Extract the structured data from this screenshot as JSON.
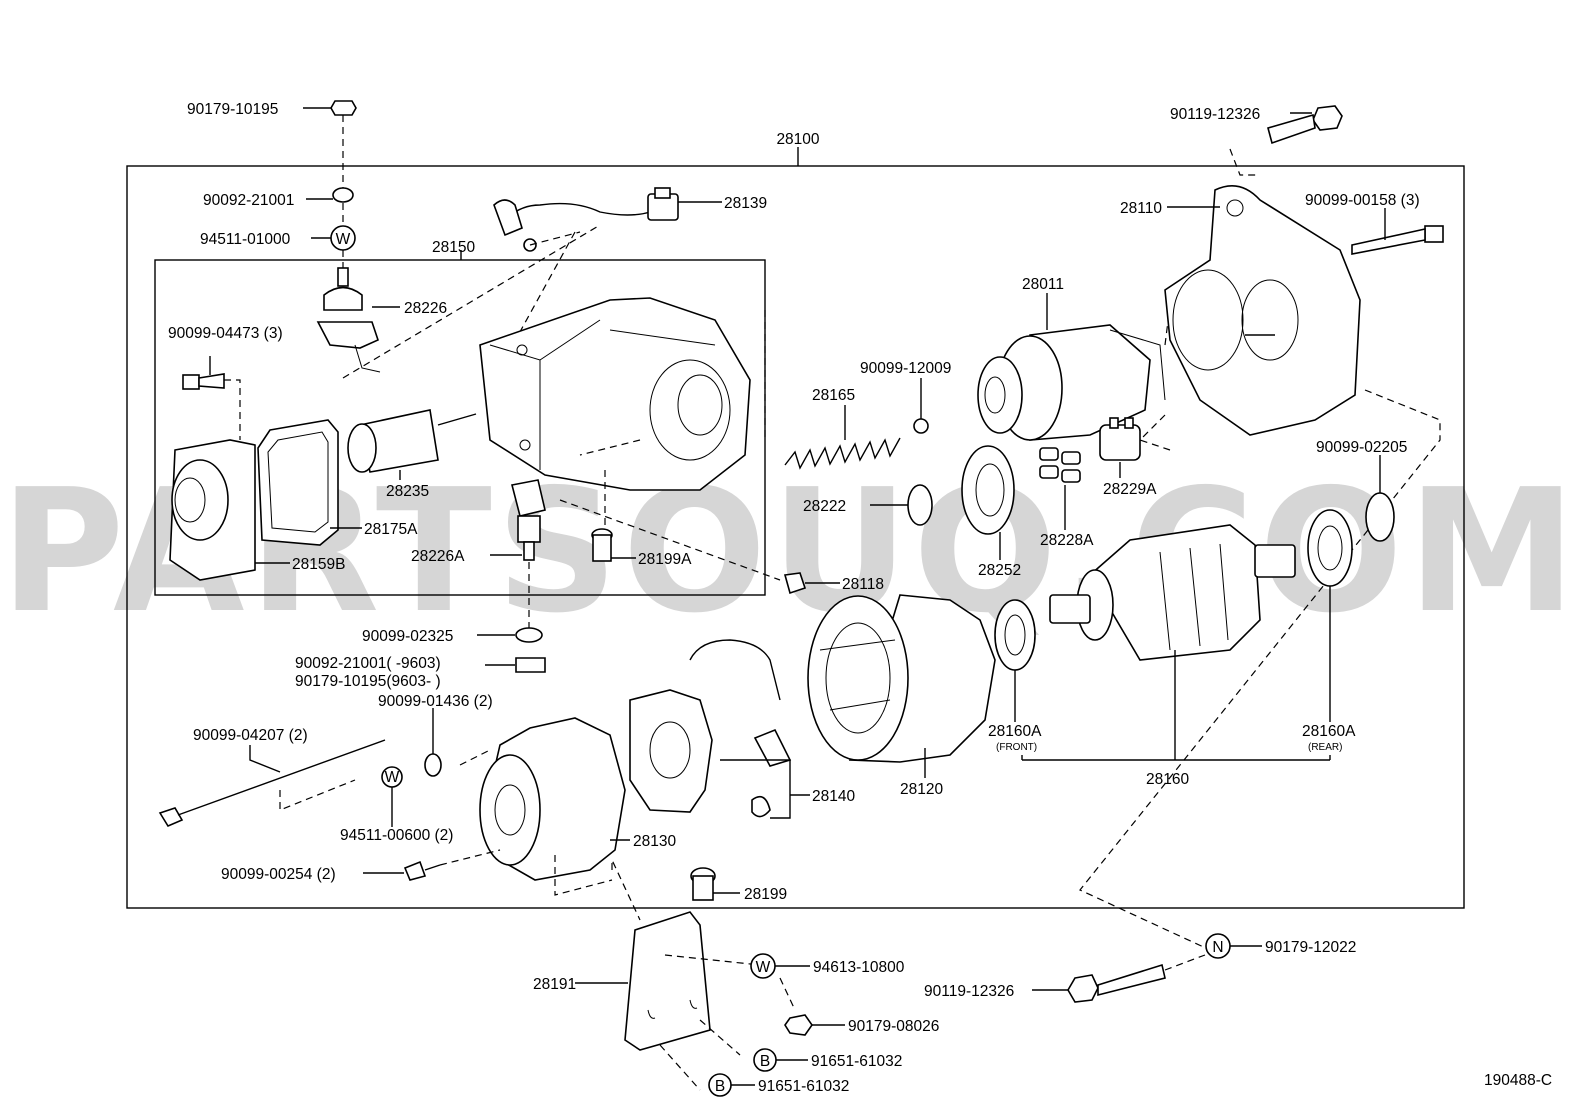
{
  "watermark": "PARTSOUQ.COM",
  "diagram_code": "190488-C",
  "labels": {
    "l28100": "28100",
    "l28150": "28150",
    "l28139": "28139",
    "l28110": "28110",
    "l28011": "28011",
    "l28226": "28226",
    "l28235": "28235",
    "l28175A": "28175A",
    "l28159B": "28159B",
    "l28226A": "28226A",
    "l28199A": "28199A",
    "l28165": "28165",
    "l28222": "28222",
    "l28252": "28252",
    "l28228A": "28228A",
    "l28229A": "28229A",
    "l28118": "28118",
    "l28120": "28120",
    "l28140": "28140",
    "l28130": "28130",
    "l28199": "28199",
    "l28160": "28160",
    "l28160A_front": "28160A",
    "front_note": "(FRONT)",
    "l28160A_rear": "28160A",
    "rear_note": "(REAR)",
    "l28191": "28191",
    "p90179_10195_top": "90179-10195",
    "p90092_21001_top": "90092-21001",
    "p94511_01000": "94511-01000",
    "p90099_04473": "90099-04473 (3)",
    "p90119_12326_top": "90119-12326",
    "p90099_00158": "90099-00158 (3)",
    "p90099_12009": "90099-12009",
    "p90099_02205": "90099-02205",
    "p90099_02325": "90099-02325",
    "p90092_21001_mid": "90092-21001(      -9603)",
    "p90179_10195_mid": "90179-10195(9603-        )",
    "p90099_01436": "90099-01436 (2)",
    "p90099_04207": "90099-04207 (2)",
    "p94511_00600": "94511-00600 (2)",
    "p90099_00254": "90099-00254 (2)",
    "p94613_10800": "94613-10800",
    "p90179_08026": "90179-08026",
    "p91651_61032_a": "91651-61032",
    "p91651_61032_b": "91651-61032",
    "p90179_12022": "90179-12022",
    "p90119_12326_bot": "90119-12326"
  },
  "badges": {
    "w1": "W",
    "w2": "W",
    "w3": "W",
    "n1": "N",
    "b1": "B",
    "b2": "B"
  }
}
